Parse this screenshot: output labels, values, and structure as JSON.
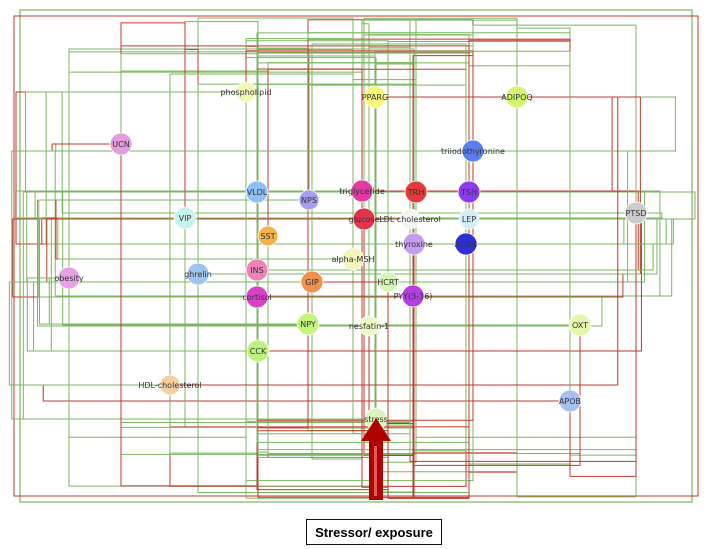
{
  "diagram": {
    "edge_colors": {
      "activation": "#7bb661",
      "inhibition": "#c0392b"
    },
    "arrow_color": "#b00000",
    "exposure_label": "Stressor/ exposure",
    "nodes": [
      {
        "id": "phospholipid",
        "label": "phospholipid",
        "color": "#f1f7b5"
      },
      {
        "id": "PPARG",
        "label": "PPARG",
        "color": "#f7f77a"
      },
      {
        "id": "ADIPOQ",
        "label": "ADIPOQ",
        "color": "#d6f56f"
      },
      {
        "id": "UCN",
        "label": "UCN",
        "color": "#e49ce0"
      },
      {
        "id": "triiodothyronine",
        "label": "triiodothyronine",
        "color": "#5b7df0"
      },
      {
        "id": "VLDL",
        "label": "VLDL",
        "color": "#8dc0f7"
      },
      {
        "id": "NPS",
        "label": "NPS",
        "color": "#a59df2"
      },
      {
        "id": "triglyceride",
        "label": "triglyceride",
        "color": "#e23aa0"
      },
      {
        "id": "TRH",
        "label": "TRH",
        "color": "#e63b3b"
      },
      {
        "id": "TSH",
        "label": "TSH",
        "color": "#8c3cf0"
      },
      {
        "id": "PTSD",
        "label": "PTSD",
        "color": "#cccccc"
      },
      {
        "id": "VIP",
        "label": "VIP",
        "color": "#c6f3ee"
      },
      {
        "id": "glucose",
        "label": "glucose",
        "color": "#e2334d"
      },
      {
        "id": "LDL",
        "label": "LDL cholesterol",
        "color": "#f4f4f4"
      },
      {
        "id": "LEP",
        "label": "LEP",
        "color": "#d4edf7"
      },
      {
        "id": "SST",
        "label": "SST",
        "color": "#f4b24d"
      },
      {
        "id": "thyroxine",
        "label": "thyroxine",
        "color": "#c49cf0"
      },
      {
        "id": "ADRB",
        "label": "ADRB",
        "color": "#2f2fd8"
      },
      {
        "id": "obesity",
        "label": "obesity",
        "color": "#e7a2e6"
      },
      {
        "id": "ghrelin",
        "label": "ghrelin",
        "color": "#9fc4ee"
      },
      {
        "id": "INS",
        "label": "INS",
        "color": "#ec84b8"
      },
      {
        "id": "alphaMSH",
        "label": "alpha-MSH",
        "color": "#f5f4bc"
      },
      {
        "id": "GIP",
        "label": "GIP",
        "color": "#f0924e"
      },
      {
        "id": "HCRT",
        "label": "HCRT",
        "color": "#d6f5bb"
      },
      {
        "id": "PYY",
        "label": "PYY(3-36)",
        "color": "#b43ee0"
      },
      {
        "id": "cortisol",
        "label": "cortisol",
        "color": "#d941c8"
      },
      {
        "id": "NPY",
        "label": "NPY",
        "color": "#c2f57a"
      },
      {
        "id": "nesfatin",
        "label": "nesfatin-1",
        "color": "#ecf8c6"
      },
      {
        "id": "OXT",
        "label": "OXT",
        "color": "#e4f7ae"
      },
      {
        "id": "CCK",
        "label": "CCK",
        "color": "#bdf27a"
      },
      {
        "id": "HDL",
        "label": "HDL-cholesterol",
        "color": "#f5cfa2"
      },
      {
        "id": "APOB",
        "label": "APOB",
        "color": "#a7c0f0"
      },
      {
        "id": "stress",
        "label": "stress",
        "color": "#d8f5bf"
      }
    ]
  }
}
